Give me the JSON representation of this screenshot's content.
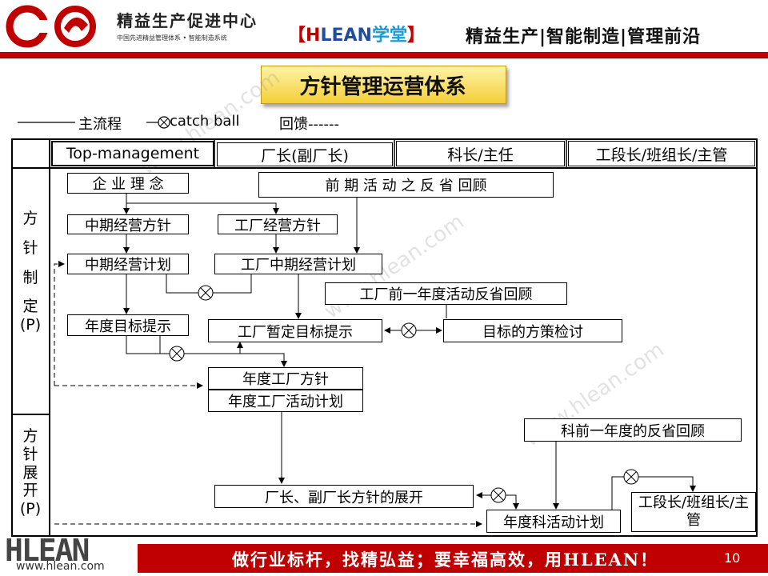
{
  "header": {
    "brand_name": "精益生产促进中心",
    "brand_sub": "中国先进精益管理体系 • 智能制造系统",
    "tag_open": "【",
    "tag_h": "H",
    "tag_lean": "LEAN",
    "tag_xuetang": "学堂",
    "tag_close": "】",
    "slogan": "精益生产|智能制造|管理前沿"
  },
  "title": "方针管理运营体系",
  "legend": {
    "main_flow": "主流程",
    "catch_ball": "catch ball",
    "feedback": "回馈------"
  },
  "columns": {
    "top": "Top-management",
    "factory": "厂长(副厂长)",
    "section": "科长/主任",
    "foreman": "工段长/班组长/主管"
  },
  "phases": {
    "plan_lines": [
      "方",
      "针",
      "制",
      "定",
      "(P)"
    ],
    "deploy_lines": [
      "方",
      "针",
      "展",
      "开",
      "(P)"
    ]
  },
  "boxes": {
    "philosophy": "企 业 理 念",
    "review_prev": "前 期 活 动 之 反 省 回顾",
    "mid_policy": "中期经营方针",
    "factory_policy": "工厂经营方针",
    "mid_plan": "中期经营计划",
    "factory_mid_plan": "工厂中期经营计划",
    "factory_prev_review": "工厂前一年度活动反省回顾",
    "annual_target": "年度目标提示",
    "factory_temp_target": "工厂暂定目标提示",
    "target_measures": "目标的方策检讨",
    "annual_factory_policy": "年度工厂方针",
    "annual_factory_plan": "年度工厂活动计划",
    "section_prev_review": "科前一年度的反省回顾",
    "manager_deploy": "厂长、副厂长方针的展开",
    "foreman_box": "工段长/班组长/主管",
    "annual_section_plan": "年度科活动计划"
  },
  "watermark": "www.hlean.com",
  "footer": {
    "logo": "HLEAN",
    "url": "www.hlean.com",
    "slogan": "做行业标杆，找精弘益；要幸福高效，用HLEAN！",
    "page": "10"
  }
}
